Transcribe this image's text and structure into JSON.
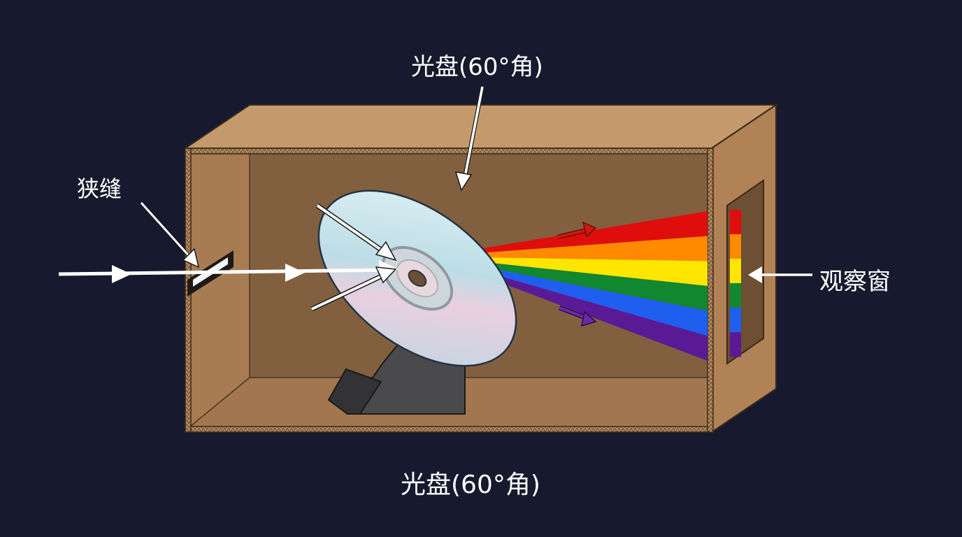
{
  "labels": {
    "disc_top": "光盘(60°角)",
    "slit": "狭缝",
    "viewing_window": "观察窗",
    "caption": "光盘(60°角)"
  },
  "colors": {
    "background": "#171a2e",
    "box_light": "#c49a6c",
    "box_mid": "#a87c52",
    "box_inner": "#82603f",
    "box_inner_dark": "#6d4f33",
    "stand": "#4a4a4c",
    "disc": "#cfe7ee",
    "arrow": "#ffffff",
    "spectrum": [
      "#e00d0d",
      "#ff8a00",
      "#ffe600",
      "#11872f",
      "#1f5ff0",
      "#5a1a96"
    ]
  },
  "icons": {
    "incoming_beam": "arrow-right-icon",
    "reflected_beam_top": "arrow-down-right-icon",
    "reflected_beam_bottom": "arrow-up-right-icon",
    "pointer": "arrow-left-icon"
  }
}
